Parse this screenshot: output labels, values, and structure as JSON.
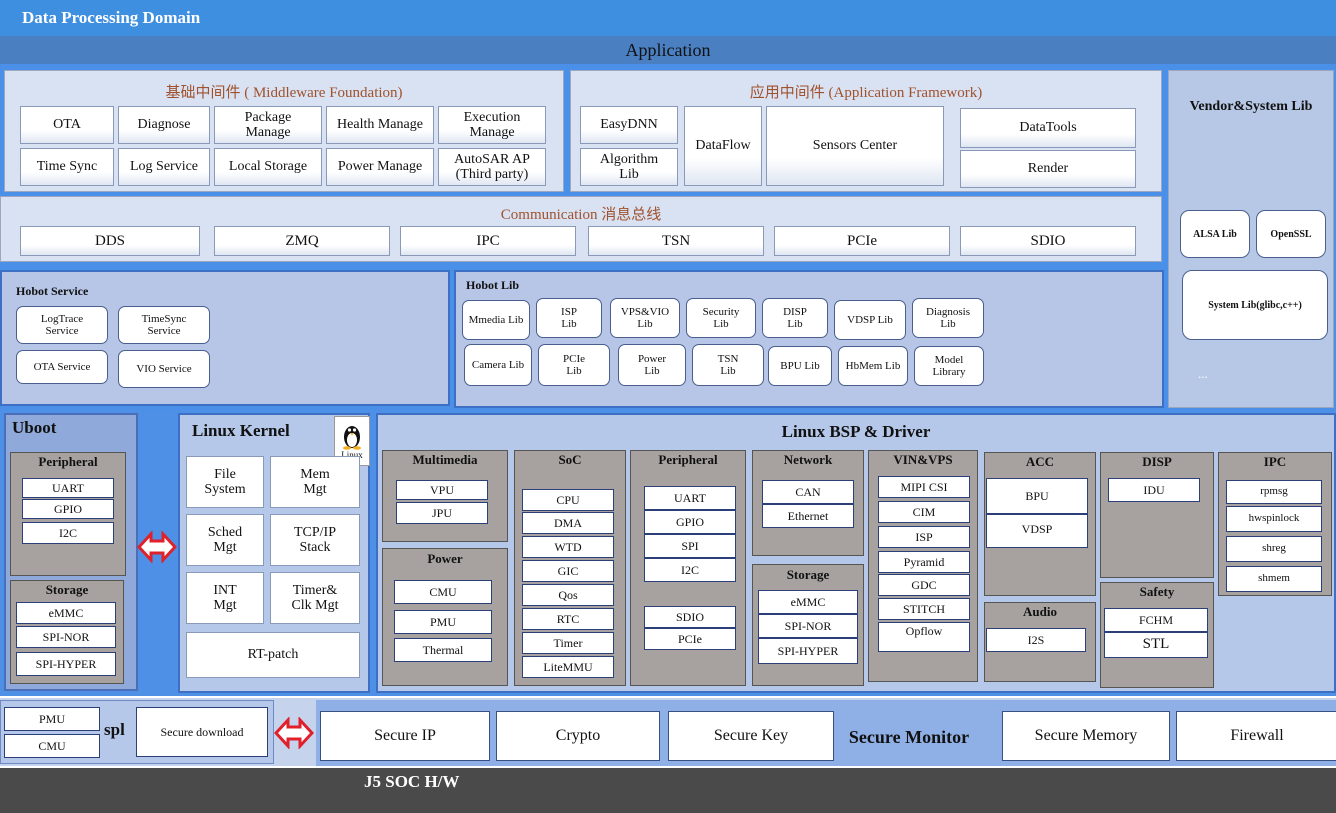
{
  "header": {
    "domain_title": "Data Processing Domain",
    "application": "Application"
  },
  "middleware": {
    "title": "基础中间件 ( Middleware Foundation)",
    "row1": [
      "OTA",
      "Diagnose",
      "Package\nManage",
      "Health Manage",
      "Execution\nManage"
    ],
    "row2": [
      "Time Sync",
      "Log Service",
      "Local Storage",
      "Power Manage",
      "AutoSAR AP\n(Third party)"
    ]
  },
  "app_framework": {
    "title": "应用中间件 (Application Framework)",
    "easydnn": "EasyDNN",
    "algorithm_lib": "Algorithm\nLib",
    "dataflow": "DataFlow",
    "sensors_center": "Sensors Center",
    "datatools": "DataTools",
    "render": "Render"
  },
  "vendor": {
    "title": "Vendor&System Lib",
    "alsa": "ALSA Lib",
    "openssl": "OpenSSL",
    "system_lib": "System Lib(glibc,c++)",
    "more": "..."
  },
  "communication": {
    "title": "Communication 消息总线",
    "items": [
      "DDS",
      "ZMQ",
      "IPC",
      "TSN",
      "PCIe",
      "SDIO"
    ]
  },
  "hobot_service": {
    "title": "Hobot Service",
    "items": [
      "LogTrace\nService",
      "TimeSync\nService",
      "OTA Service",
      "VIO Service"
    ]
  },
  "hobot_lib": {
    "title": "Hobot Lib",
    "row1": [
      "Mmedia Lib",
      "ISP\nLib",
      "VPS&VIO\nLib",
      "Security\nLib",
      "DISP\nLib",
      "VDSP Lib",
      "Diagnosis\nLib"
    ],
    "row2": [
      "Camera Lib",
      "PCIe\nLib",
      "Power\nLib",
      "TSN\nLib",
      "BPU Lib",
      "HbMem Lib",
      "Model\nLibrary"
    ]
  },
  "uboot": {
    "title": "Uboot",
    "peripheral_title": "Peripheral",
    "peripheral": [
      "UART",
      "GPIO",
      "I2C"
    ],
    "storage_title": "Storage",
    "storage": [
      "eMMC",
      "SPI-NOR",
      "SPI-HYPER"
    ]
  },
  "kernel": {
    "title": "Linux Kernel",
    "linux_label": "Linux",
    "items": [
      "File\nSystem",
      "Mem\nMgt",
      "Sched\nMgt",
      "TCP/IP\nStack",
      "INT\nMgt",
      "Timer&\nClk Mgt"
    ],
    "rt_patch": "RT-patch"
  },
  "bsp": {
    "title": "Linux BSP & Driver",
    "multimedia": {
      "title": "Multimedia",
      "items": [
        "VPU",
        "JPU"
      ]
    },
    "power": {
      "title": "Power",
      "items": [
        "CMU",
        "PMU",
        "Thermal"
      ]
    },
    "soc": {
      "title": "SoC",
      "items": [
        "CPU",
        "DMA",
        "WTD",
        "GIC",
        "Qos",
        "RTC",
        "Timer",
        "LiteMMU"
      ]
    },
    "peripheral": {
      "title": "Peripheral",
      "items": [
        "UART",
        "GPIO",
        "SPI",
        "I2C"
      ],
      "items2": [
        "SDIO",
        "PCIe"
      ]
    },
    "network": {
      "title": "Network",
      "items": [
        "CAN",
        "Ethernet"
      ]
    },
    "storage": {
      "title": "Storage",
      "items": [
        "eMMC",
        "SPI-NOR",
        "SPI-HYPER"
      ]
    },
    "vinvps": {
      "title": "VIN&VPS",
      "items": [
        "MIPI CSI",
        "CIM",
        "ISP",
        "Pyramid",
        "GDC",
        "STITCH",
        "Opflow"
      ]
    },
    "acc": {
      "title": "ACC",
      "items": [
        "BPU",
        "VDSP"
      ]
    },
    "audio": {
      "title": "Audio",
      "items": [
        "I2S"
      ]
    },
    "disp": {
      "title": "DISP",
      "items": [
        "IDU"
      ]
    },
    "safety": {
      "title": "Safety",
      "items": [
        "FCHM",
        "STL"
      ]
    },
    "ipc": {
      "title": "IPC",
      "items": [
        "rpmsg",
        "hwspinlock",
        "shreg",
        "shmem"
      ]
    }
  },
  "spl": {
    "pmu": "PMU",
    "cmu": "CMU",
    "label": "spl",
    "secure_download": "Secure download"
  },
  "secure": {
    "monitor_label": "Secure Monitor",
    "items": [
      "Secure IP",
      "Crypto",
      "Secure Key",
      "Secure Memory",
      "Firewall"
    ]
  },
  "footer": {
    "soc_hw": "J5 SOC H/W"
  },
  "colors": {
    "domain_blue": "#3f8fe0",
    "title_brown": "#a0522d",
    "bar_dark": "#4a4a4a",
    "arrow_red": "#e0202a"
  }
}
